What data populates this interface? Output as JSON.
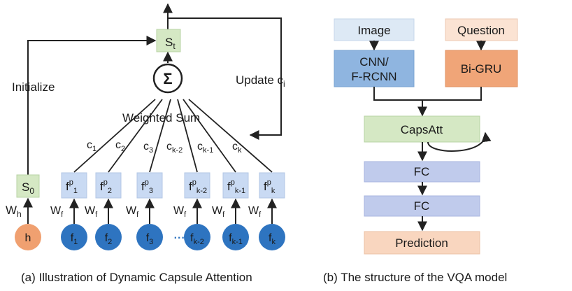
{
  "left_diagram": {
    "state_top": {
      "base": "S",
      "sub": "t"
    },
    "state_initial": {
      "base": "S",
      "sub": "0"
    },
    "sum_symbol": "Σ",
    "initialize_label": "Initialize",
    "update_label": {
      "text": "Update c",
      "sub": "i"
    },
    "weighted_sum_label": "Weighted Sum",
    "h_node": "h",
    "h_weight": {
      "base": "W",
      "sub": "h"
    },
    "feature_weight": {
      "base": "W",
      "sub": "f"
    },
    "ellipsis": "·····",
    "columns": [
      {
        "coef": {
          "base": "c",
          "sub": "1"
        },
        "proj": {
          "base": "f",
          "sup": "p",
          "sub": "1"
        },
        "node": {
          "base": "f",
          "sub": "1"
        }
      },
      {
        "coef": {
          "base": "c",
          "sub": "2"
        },
        "proj": {
          "base": "f",
          "sup": "p",
          "sub": "2"
        },
        "node": {
          "base": "f",
          "sub": "2"
        }
      },
      {
        "coef": {
          "base": "c",
          "sub": "3"
        },
        "proj": {
          "base": "f",
          "sup": "p",
          "sub": "3"
        },
        "node": {
          "base": "f",
          "sub": "3"
        }
      },
      {
        "coef": {
          "base": "c",
          "sub": "k-2"
        },
        "proj": {
          "base": "f",
          "sup": "p",
          "sub": "k-2"
        },
        "node": {
          "base": "f",
          "sub": "k-2"
        }
      },
      {
        "coef": {
          "base": "c",
          "sub": "k-1"
        },
        "proj": {
          "base": "f",
          "sup": "p",
          "sub": "k-1"
        },
        "node": {
          "base": "f",
          "sub": "k-1"
        }
      },
      {
        "coef": {
          "base": "c",
          "sub": "k"
        },
        "proj": {
          "base": "f",
          "sup": "p",
          "sub": "k"
        },
        "node": {
          "base": "f",
          "sub": "k"
        }
      }
    ]
  },
  "right_diagram": {
    "image": "Image",
    "question": "Question",
    "cnn_line1": "CNN/",
    "cnn_line2": "F-RCNN",
    "bigru": "Bi-GRU",
    "capsatt": "CapsAtt",
    "fc1": "FC",
    "fc2": "FC",
    "prediction": "Prediction"
  },
  "captions": {
    "left": "(a) Illustration of Dynamic Capsule Attention",
    "right": "(b) The structure of the VQA model"
  },
  "colors": {
    "green_box": "#d5e8c4",
    "blue_box": "#c9daf3",
    "blue_node": "#2e74c0",
    "orange_node": "#f0a070",
    "image_box": "#dde9f5",
    "question_box": "#fbe3d3",
    "cnn_box": "#8fb5e0",
    "bigru_box": "#f0a578",
    "fc_box": "#c0cbec",
    "prediction_box": "#f9d6bf"
  }
}
